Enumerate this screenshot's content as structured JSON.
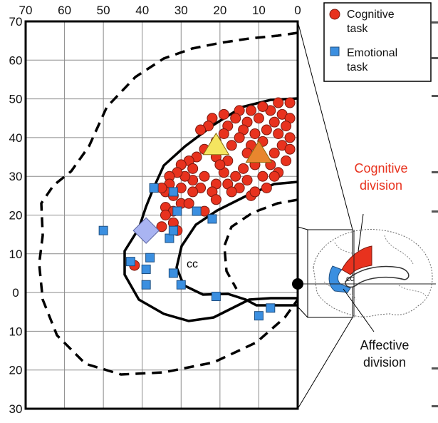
{
  "chart_data": {
    "type": "scatter",
    "xlim": [
      70,
      0
    ],
    "ylim": [
      -30,
      70
    ],
    "x_ticks": [
      "70",
      "60",
      "50",
      "40",
      "30",
      "20",
      "10",
      "0"
    ],
    "y_ticks": [
      "70",
      "60",
      "50",
      "40",
      "30",
      "20",
      "10",
      "0",
      "10",
      "20",
      "30"
    ],
    "grid": true,
    "legend_position": "top-right",
    "legend": [
      {
        "label": "Cognitive task",
        "marker": "circle",
        "color": "#e8321e"
      },
      {
        "label": "Emotional task",
        "marker": "square",
        "color": "#3b8fe0"
      }
    ],
    "series": [
      {
        "name": "Cognitive task",
        "marker": "circle",
        "color": "#e8321e",
        "points": [
          [
            5,
            49
          ],
          [
            2,
            49
          ],
          [
            7,
            47
          ],
          [
            4,
            46
          ],
          [
            2,
            45
          ],
          [
            9,
            48
          ],
          [
            12,
            47
          ],
          [
            15,
            47
          ],
          [
            10,
            45
          ],
          [
            13,
            44
          ],
          [
            6,
            44
          ],
          [
            3,
            43
          ],
          [
            16,
            45
          ],
          [
            19,
            46
          ],
          [
            22,
            45
          ],
          [
            18,
            43
          ],
          [
            14,
            42
          ],
          [
            11,
            41
          ],
          [
            8,
            42
          ],
          [
            5,
            41
          ],
          [
            2,
            40
          ],
          [
            9,
            39
          ],
          [
            12,
            38
          ],
          [
            15,
            40
          ],
          [
            19,
            41
          ],
          [
            23,
            43
          ],
          [
            25,
            42
          ],
          [
            21,
            39
          ],
          [
            17,
            38
          ],
          [
            13,
            36
          ],
          [
            10,
            35
          ],
          [
            6,
            36
          ],
          [
            4,
            38
          ],
          [
            2,
            37
          ],
          [
            7,
            33
          ],
          [
            11,
            33
          ],
          [
            14,
            32
          ],
          [
            18,
            34
          ],
          [
            21,
            35
          ],
          [
            24,
            37
          ],
          [
            26,
            35
          ],
          [
            28,
            34
          ],
          [
            30,
            33
          ],
          [
            19,
            31
          ],
          [
            16,
            30
          ],
          [
            13,
            29
          ],
          [
            9,
            30
          ],
          [
            5,
            31
          ],
          [
            3,
            34
          ],
          [
            21,
            28
          ],
          [
            24,
            30
          ],
          [
            27,
            29
          ],
          [
            29,
            30
          ],
          [
            31,
            31
          ],
          [
            25,
            27
          ],
          [
            22,
            26
          ],
          [
            18,
            28
          ],
          [
            15,
            27
          ],
          [
            12,
            25
          ],
          [
            33,
            30
          ],
          [
            30,
            27
          ],
          [
            27,
            26
          ],
          [
            33,
            28
          ],
          [
            34,
            26
          ],
          [
            32,
            25
          ],
          [
            30,
            23
          ],
          [
            35,
            27
          ],
          [
            34,
            22
          ],
          [
            32,
            21
          ],
          [
            34,
            20
          ],
          [
            32,
            18
          ],
          [
            35,
            17
          ],
          [
            31,
            16
          ],
          [
            28,
            23
          ],
          [
            24,
            21
          ],
          [
            21,
            24
          ],
          [
            17,
            26
          ],
          [
            11,
            26
          ],
          [
            8,
            27
          ],
          [
            6,
            30
          ],
          [
            20,
            33
          ],
          [
            27,
            32
          ],
          [
            42,
            7
          ]
        ]
      },
      {
        "name": "Emotional task",
        "marker": "square",
        "color": "#3b8fe0",
        "points": [
          [
            37,
            27
          ],
          [
            32,
            26
          ],
          [
            50,
            16
          ],
          [
            31,
            21
          ],
          [
            26,
            21
          ],
          [
            22,
            19
          ],
          [
            33,
            14
          ],
          [
            32,
            16
          ],
          [
            38,
            9
          ],
          [
            43,
            8
          ],
          [
            39,
            6
          ],
          [
            32,
            5
          ],
          [
            39,
            2
          ],
          [
            30,
            2
          ],
          [
            21,
            -1
          ],
          [
            10,
            -6
          ],
          [
            7,
            -4
          ]
        ]
      },
      {
        "marker": "triangle",
        "color": "#f4e560",
        "points": [
          [
            21,
            38
          ]
        ]
      },
      {
        "marker": "triangle",
        "color": "#e8862e",
        "points": [
          [
            10,
            36
          ]
        ]
      },
      {
        "marker": "diamond",
        "color": "#a9b4f2",
        "points": [
          [
            39,
            16
          ]
        ]
      }
    ]
  },
  "annotations": {
    "cc_main": "cc",
    "cc_inset": "cc",
    "cognitive_division": "Cognitive division",
    "affective_division": "Affective division"
  }
}
